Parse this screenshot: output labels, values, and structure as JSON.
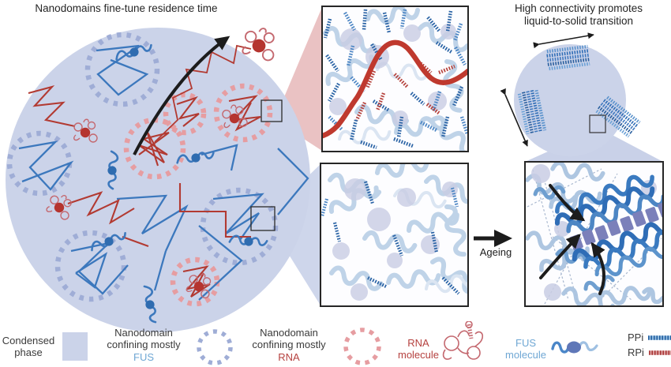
{
  "figure": {
    "left_title": "Nanodomains fine-tune residence time",
    "right_title_line1": "High connectivity promotes",
    "right_title_line2": "liquid-to-solid transition",
    "ageing_label": "Ageing"
  },
  "legend": {
    "condensed_phase": {
      "line1": "Condensed",
      "line2": "phase"
    },
    "nanodomain_fus": {
      "line1": "Nanodomain",
      "line2": "confining mostly",
      "line3": "FUS"
    },
    "nanodomain_rna": {
      "line1": "Nanodomain",
      "line2": "confining mostly",
      "line3": "RNA"
    },
    "rna_molecule": {
      "line1": "RNA",
      "line2": "molecule"
    },
    "fus_molecule": {
      "line1": "FUS",
      "line2": "molecule"
    },
    "ppi": "PPi",
    "rpi": "RPi"
  },
  "icons": {
    "condensed_phase_swatch": "light-blue-square",
    "nanodomain_fus_icon": "blue-dashed-circle",
    "nanodomain_rna_icon": "red-dashed-circle",
    "rna_molecule_icon": "red-loop-squiggle",
    "fus_molecule_icon": "blue-squiggle-with-blob",
    "ppi_icon": "blue-striped-bar",
    "rpi_icon": "red-striped-bar",
    "ageing_arrow_icon": "right-black-arrow",
    "escape_arrow_icon": "curved-black-arrow",
    "oscillation_arrows_icon": "double-headed-arrows"
  },
  "colors": {
    "condensed_phase": "#cbd3e9",
    "fus_blue": "#3c78bd",
    "rna_red": "#b5342f",
    "nanodomain_blue_dash": "#9fadd6",
    "nanodomain_red_dash": "#e69da1",
    "ppi_blue": "#2a63a5",
    "rpi_red": "#b5423c",
    "fibril_core_purple": "#7b80ba",
    "fus_text": "#6fa7d4",
    "rna_text": "#b5413f",
    "panel_border": "#262626"
  }
}
